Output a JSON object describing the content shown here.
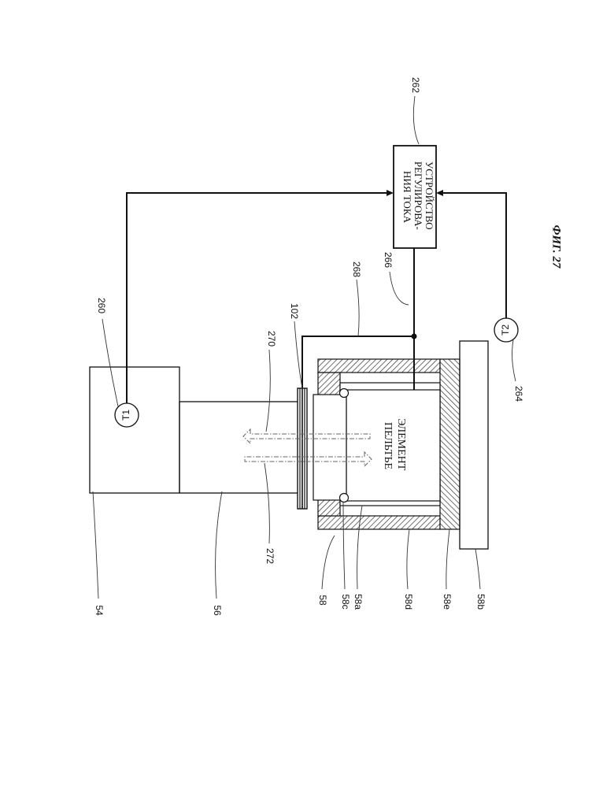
{
  "figure": {
    "caption": "ФИГ. 27",
    "pelt_lines": [
      "ЭЛЕМЕНТ",
      "ПЕЛЬТЬЕ"
    ],
    "ctrl_lines": [
      "УСТРОЙСТВО",
      "РЕГУЛИРОВА-",
      "НИЯ ТОКА"
    ],
    "sensor_t1": "T1",
    "sensor_t2": "T2",
    "refs": {
      "r54": "54",
      "r56": "56",
      "r58": "58",
      "r58c": "58c",
      "r58a": "58a",
      "r58d": "58d",
      "r58e": "58e",
      "r58b": "58b",
      "r272": "272",
      "r270": "270",
      "r260": "260",
      "r102": "102",
      "r268": "268",
      "r266": "266",
      "r262": "262",
      "r264": "264"
    }
  }
}
